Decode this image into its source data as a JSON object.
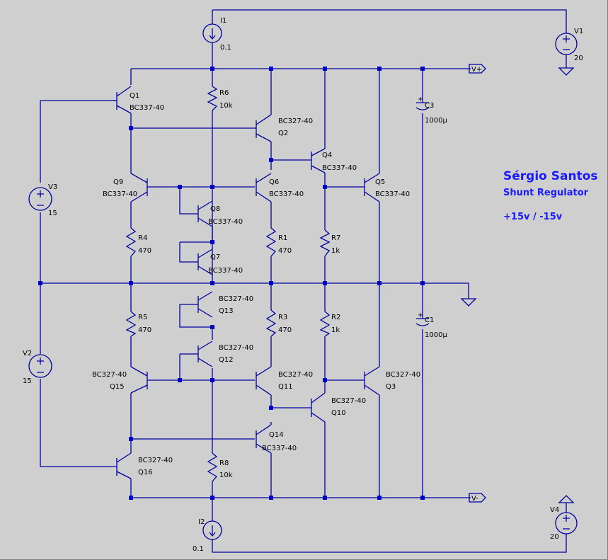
{
  "title": {
    "line1": "Sérgio Santos",
    "line2": "Shunt Regulator",
    "line3": "+15v / -15v"
  },
  "nets": {
    "vplus": "V+",
    "vminus": "V-"
  },
  "sources": {
    "I1": {
      "name": "I1",
      "value": "0.1"
    },
    "I2": {
      "name": "I2",
      "value": "0.1"
    },
    "V1": {
      "name": "V1",
      "value": "20"
    },
    "V2": {
      "name": "V2",
      "value": "15"
    },
    "V3": {
      "name": "V3",
      "value": "15"
    },
    "V4": {
      "name": "V4",
      "value": "20"
    }
  },
  "resistors": {
    "R6": {
      "name": "R6",
      "value": "10k"
    },
    "R4": {
      "name": "R4",
      "value": "470"
    },
    "R1": {
      "name": "R1",
      "value": "470"
    },
    "R7": {
      "name": "R7",
      "value": "1k"
    },
    "R5": {
      "name": "R5",
      "value": "470"
    },
    "R3": {
      "name": "R3",
      "value": "470"
    },
    "R2": {
      "name": "R2",
      "value": "1k"
    },
    "R8": {
      "name": "R8",
      "value": "10k"
    }
  },
  "capacitors": {
    "C3": {
      "name": "C3",
      "value": "1000µ"
    },
    "C1": {
      "name": "C1",
      "value": "1000µ"
    }
  },
  "transistors": {
    "Q1": {
      "name": "Q1",
      "model": "BC337-40"
    },
    "Q2": {
      "name": "Q2",
      "model": "BC327-40"
    },
    "Q4": {
      "name": "Q4",
      "model": "BC337-40"
    },
    "Q9": {
      "name": "Q9",
      "model": "BC337-40"
    },
    "Q6": {
      "name": "Q6",
      "model": "BC337-40"
    },
    "Q5": {
      "name": "Q5",
      "model": "BC337-40"
    },
    "Q8": {
      "name": "Q8",
      "model": "BC337-40"
    },
    "Q7": {
      "name": "Q7",
      "model": "BC337-40"
    },
    "Q13": {
      "name": "Q13",
      "model": "BC327-40"
    },
    "Q12": {
      "name": "Q12",
      "model": "BC327-40"
    },
    "Q15": {
      "name": "Q15",
      "model": "BC327-40"
    },
    "Q11": {
      "name": "Q11",
      "model": "BC327-40"
    },
    "Q3": {
      "name": "Q3",
      "model": "BC327-40"
    },
    "Q10": {
      "name": "Q10",
      "model": "BC327-40"
    },
    "Q14": {
      "name": "Q14",
      "model": "BC337-40"
    },
    "Q16": {
      "name": "Q16",
      "model": "BC327-40"
    }
  }
}
